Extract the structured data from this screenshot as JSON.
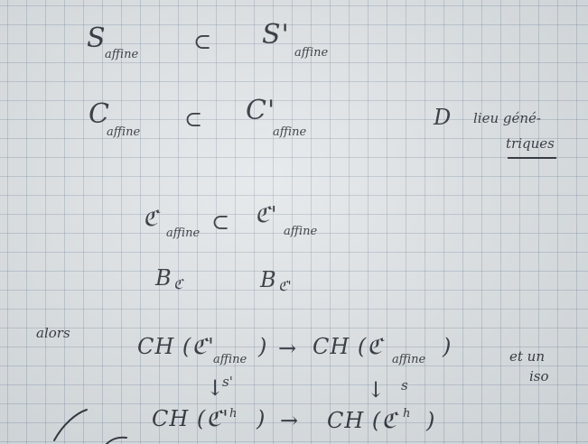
{
  "notes": {
    "line1": {
      "left": "S",
      "left_sub": "affine",
      "rel": "⊂",
      "right": "S'",
      "right_sub": "affine"
    },
    "line2": {
      "left": "C",
      "left_sub": "affine",
      "rel": "⊂",
      "right": "C'",
      "right_sub": "affine"
    },
    "margin_note": {
      "letter": "D",
      "word1": "lieu géné-",
      "word2": "triques"
    },
    "line3": {
      "left": "ℭ",
      "left_sub": "affine",
      "rel": "⊂",
      "right": "ℭ'",
      "right_sub": "affine"
    },
    "line4": {
      "left": "B",
      "left_sub": "ℭ",
      "right": "B",
      "right_sub": "ℭ'"
    },
    "line5": {
      "lead": "alors",
      "left": "CH (ℭ'",
      "left_sub": "affine",
      "left_close": ")",
      "arrow": "→",
      "right": "CH (ℭ",
      "right_sub": "affine",
      "right_close": ")",
      "aside1": "et un",
      "aside2": "iso"
    },
    "down_arrows": {
      "left": "↓",
      "left_label": "s'",
      "right": "↓",
      "right_label": "s"
    },
    "line6": {
      "left": "CH (ℭ'",
      "left_sup": "h",
      "left_close": ")",
      "arrow": "→",
      "right": "CH (ℭ",
      "right_sup": "h",
      "right_close": ")"
    }
  }
}
